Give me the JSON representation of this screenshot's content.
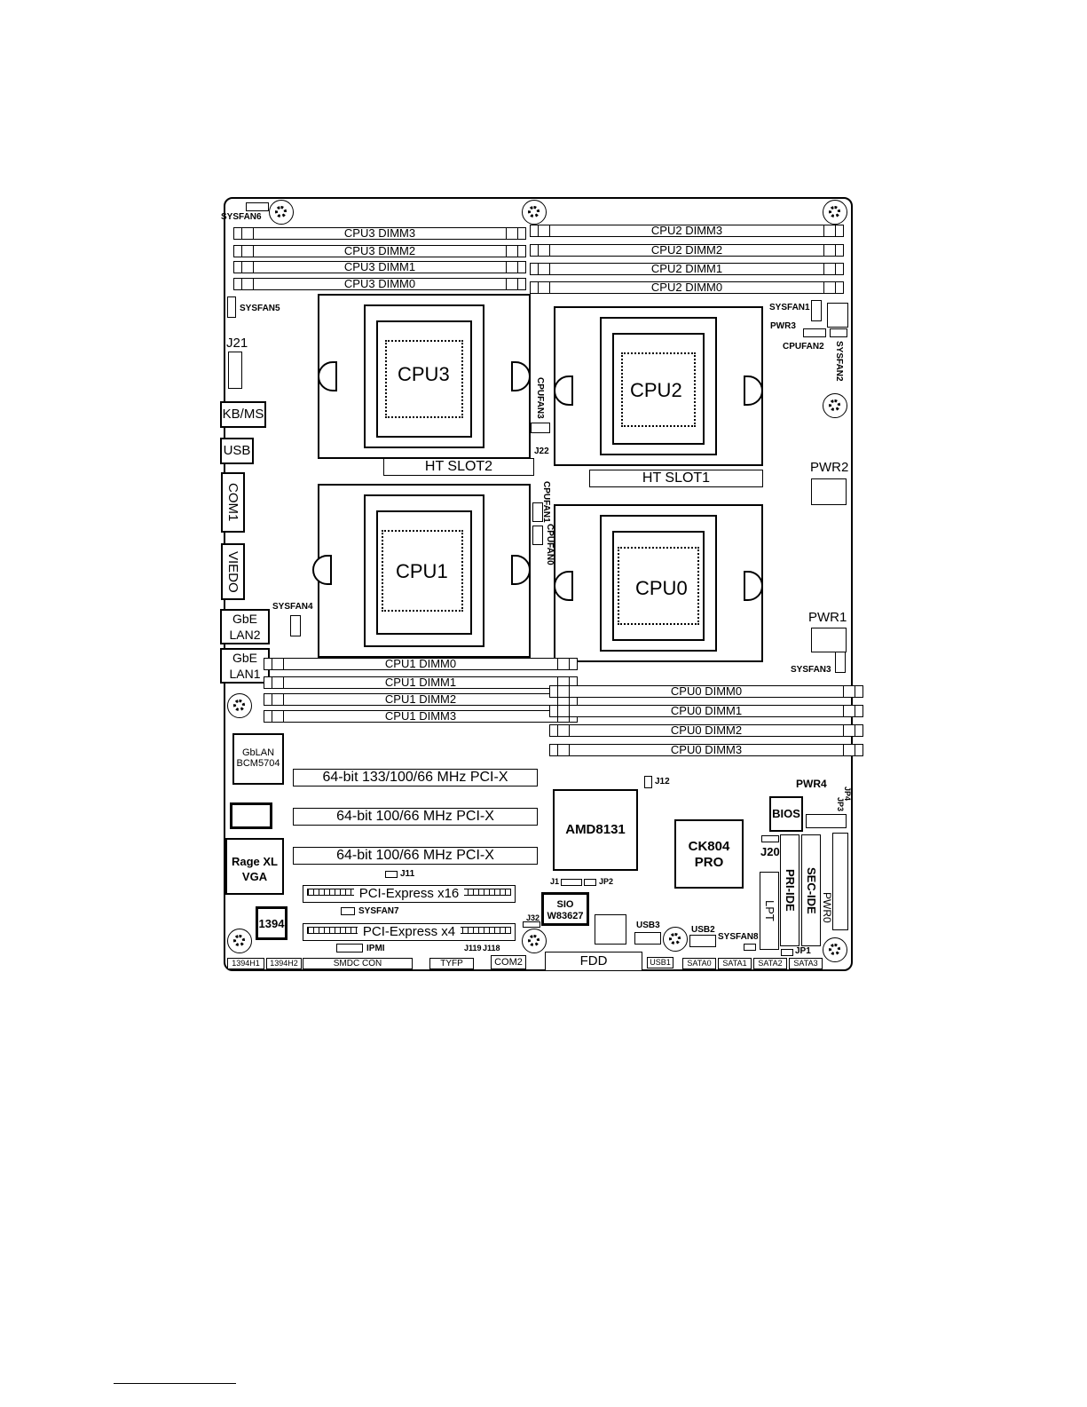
{
  "board": {
    "dimms": {
      "cpu3_3": "CPU3 DIMM3",
      "cpu3_2": "CPU3 DIMM2",
      "cpu3_1": "CPU3 DIMM1",
      "cpu3_0": "CPU3 DIMM0",
      "cpu2_3": "CPU2 DIMM3",
      "cpu2_2": "CPU2 DIMM2",
      "cpu2_1": "CPU2 DIMM1",
      "cpu2_0": "CPU2 DIMM0",
      "cpu1_0": "CPU1 DIMM0",
      "cpu1_1": "CPU1 DIMM1",
      "cpu1_2": "CPU1 DIMM2",
      "cpu1_3": "CPU1 DIMM3",
      "cpu0_0": "CPU0 DIMM0",
      "cpu0_1": "CPU0 DIMM1",
      "cpu0_2": "CPU0 DIMM2",
      "cpu0_3": "CPU0 DIMM3"
    },
    "cpus": {
      "cpu3": "CPU3",
      "cpu2": "CPU2",
      "cpu1": "CPU1",
      "cpu0": "CPU0"
    },
    "ht_slots": {
      "slot2": "HT SLOT2",
      "slot1": "HT SLOT1"
    },
    "fans": {
      "sysfan6": "SYSFAN6",
      "sysfan5": "SYSFAN5",
      "sysfan1": "SYSFAN1",
      "sysfan2": "SYSFAN2",
      "sysfan3": "SYSFAN3",
      "sysfan4": "SYSFAN4",
      "sysfan7": "SYSFAN7",
      "sysfan8": "SYSFAN8",
      "cpufan0": "CPUFAN0",
      "cpufan1": "CPUFAN1",
      "cpufan2": "CPUFAN2",
      "cpufan3": "CPUFAN3"
    },
    "power": {
      "pwr1": "PWR1",
      "pwr2": "PWR2",
      "pwr3": "PWR3",
      "pwr4": "PWR4",
      "pwr0": "PWR0"
    },
    "rear_io": {
      "kbms": "KB/MS",
      "usb": "USB",
      "com1": "COM1",
      "video": "VIEDO",
      "gbe2": "GbE\nLAN2",
      "gbe1": "GbE\nLAN1"
    },
    "headers": {
      "j21": "J21",
      "j22": "J22",
      "j12": "J12",
      "j11": "J11",
      "j20": "J20",
      "j1": "J1",
      "jp2": "JP2",
      "j32": "J32",
      "j119": "J119",
      "j118": "J118",
      "jp1": "JP1",
      "jp4": "JP4",
      "jp3": "JP3",
      "ipmi": "IPMI",
      "usb3": "USB3",
      "usb2": "USB2"
    },
    "chips": {
      "gblan": "GbLAN\nBCM5704",
      "rage": "Rage XL\nVGA",
      "amd8131": "AMD8131",
      "ck804": "CK804\nPRO",
      "bios": "BIOS",
      "sio": "SIO\nW83627",
      "c1394": "1394"
    },
    "pci": {
      "pcix1": "64-bit 133/100/66 MHz PCI-X",
      "pcix2": "64-bit 100/66 MHz PCI-X",
      "pcix3": "64-bit 100/66 MHz PCI-X",
      "pcie16": "PCI-Express x16",
      "pcie4": "PCI-Express x4"
    },
    "storage": {
      "lpt": "LPT",
      "pri_ide": "PRI-IDE",
      "sec_ide": "SEC-IDE",
      "fdd": "FDD"
    },
    "bottom_edge": {
      "h1394_1": "1394H1",
      "h1394_2": "1394H2",
      "smdc": "SMDC CON",
      "tyfp": "TYFP",
      "com2": "COM2",
      "usb1": "USB1",
      "sata0": "SATA0",
      "sata1": "SATA1",
      "sata2": "SATA2",
      "sata3": "SATA3"
    }
  }
}
